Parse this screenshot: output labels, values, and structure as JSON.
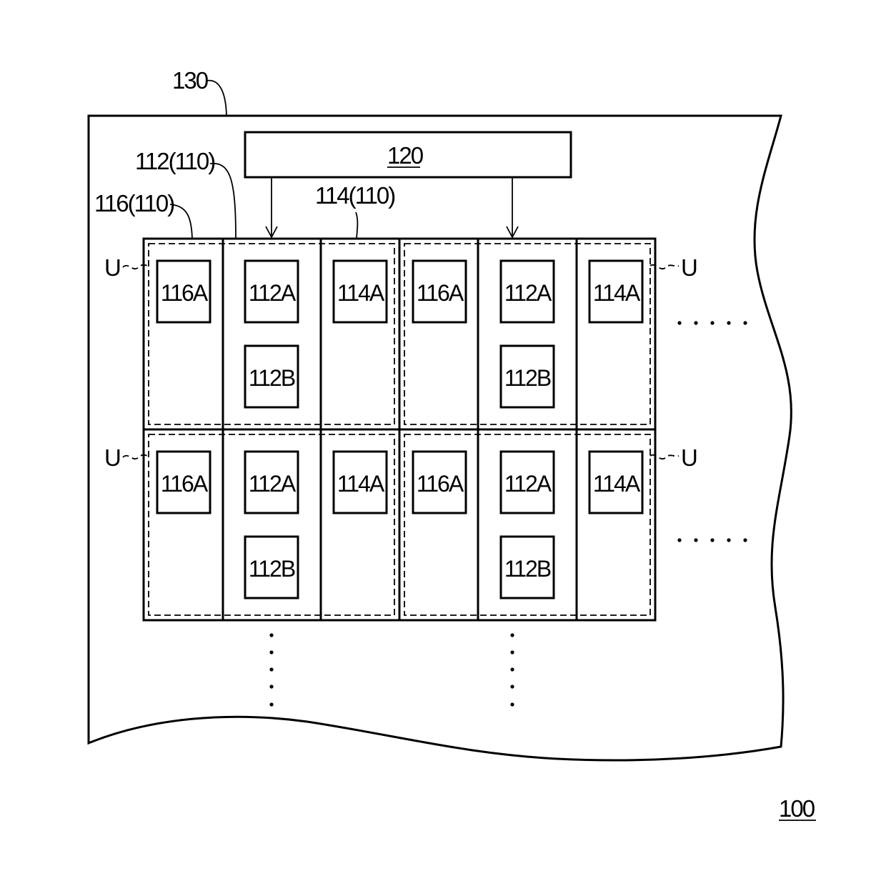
{
  "figure": {
    "labels": {
      "substrate": "130",
      "controller": "120",
      "label_112": "112(110)",
      "label_114": "114(110)",
      "label_116": "116(110)",
      "unit": "U",
      "device": "100"
    },
    "units": [
      {
        "chips": [
          "116A",
          "112A",
          "114A"
        ],
        "lower_chip": "112B"
      },
      {
        "chips": [
          "116A",
          "112A",
          "114A"
        ],
        "lower_chip": "112B"
      },
      {
        "chips": [
          "116A",
          "112A",
          "114A"
        ],
        "lower_chip": "112B"
      },
      {
        "chips": [
          "116A",
          "112A",
          "114A"
        ],
        "lower_chip": "112B"
      }
    ],
    "ellipsis_right": ".....",
    "ellipsis_down": "....."
  }
}
